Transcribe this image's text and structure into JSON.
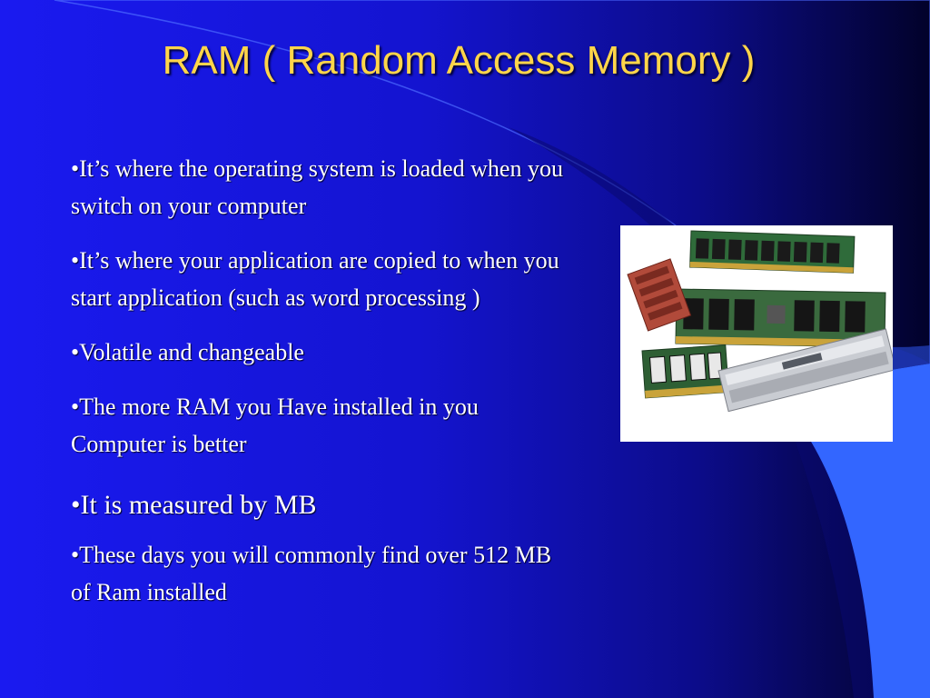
{
  "slide": {
    "title": "RAM ( Random Access Memory )",
    "bullets": [
      "•It’s where the operating system is loaded when you switch on your computer",
      "•It’s where your application are copied to when you start application  (such as word processing )",
      "•Volatile and changeable",
      "•The more RAM you Have installed in you Computer is better",
      "•It is measured by MB",
      "•These days you will commonly find over 512 MB of Ram installed"
    ],
    "image": {
      "icon": "ram-modules-photo"
    }
  },
  "colors": {
    "title": "#ffd54a",
    "text": "#ffffff",
    "accent_swoosh": "#3366ff",
    "background_left": "#1a1af0",
    "background_right": "#02022a"
  }
}
